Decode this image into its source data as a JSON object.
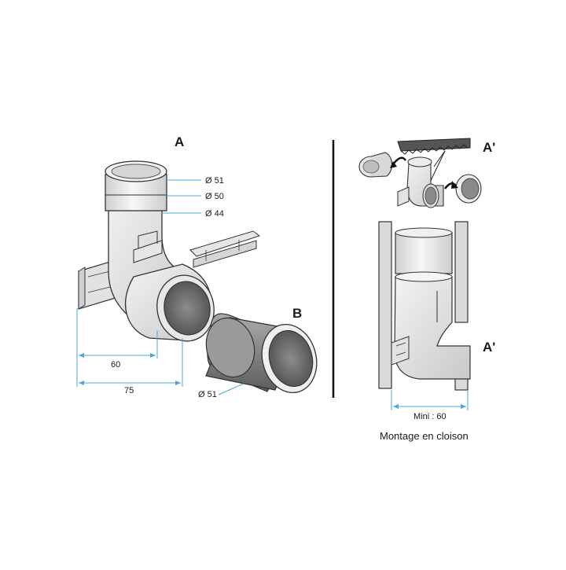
{
  "left": {
    "label_a": "A",
    "label_b": "B",
    "dim_d51": "Ø 51",
    "dim_d50": "Ø 50",
    "dim_d44": "Ø 44",
    "dim_60": "60",
    "dim_75": "75",
    "dim_b_d51": "Ø 51"
  },
  "right": {
    "label_a_top": "A'",
    "label_a_mid": "A'",
    "dim_mini": "Mini : 60",
    "caption": "Montage en cloison"
  },
  "colors": {
    "dimension_line": "#4aa8d8",
    "outline": "#333333",
    "part_fill": "#eeeeee",
    "pipe_dark": "#6f6f6f"
  }
}
